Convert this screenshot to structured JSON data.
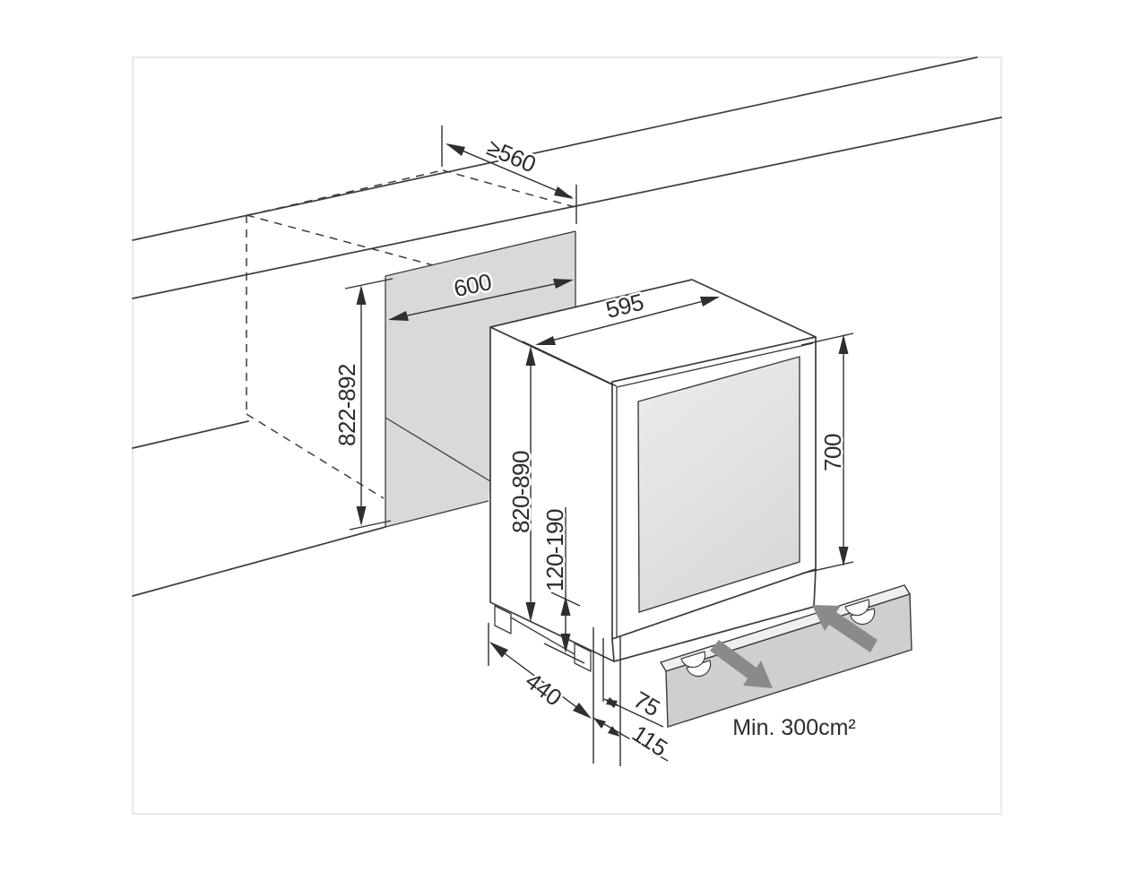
{
  "figure": {
    "kind": "built-in appliance installation dimension diagram",
    "dimensions": {
      "niche_depth": "≥560",
      "niche_width": "600",
      "niche_height": "822-892",
      "appliance_width": "595",
      "appliance_height": "820-890",
      "plinth_height": "120-190",
      "door_height": "700",
      "base_depth": "440",
      "recess_small": "75",
      "recess_large": "115"
    },
    "annotations": {
      "ventilation": "Min. 300cm²"
    },
    "colors": {
      "line": "#3c3c3c",
      "niche_fill": "#d9d9d9",
      "plinth_fill": "#cfcfcf",
      "plinth_top_fill": "#efefef",
      "airflow_arrow": "#8a8a8a",
      "glass_light": "#ebebeb",
      "glass_dark": "#d6d6d6",
      "background": "#ffffff"
    }
  }
}
